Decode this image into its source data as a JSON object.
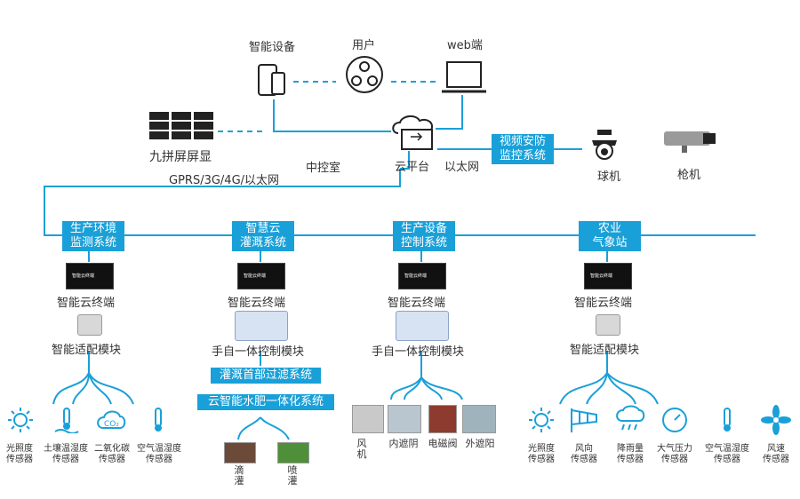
{
  "top": {
    "smart_device": "智能设备",
    "user": "用户",
    "web": "web端",
    "nine_screen": "九拼屏屏显",
    "control_room": "中控室",
    "cloud_platform": "云平台",
    "ethernet": "以太网",
    "network": "GPRS/3G/4G/以太网",
    "video_badge": [
      "视频安防",
      "监控系统"
    ],
    "dome_camera": "球机",
    "bullet_camera": "枪机"
  },
  "systems": [
    {
      "badge": [
        "生产环境",
        "监测系统"
      ],
      "terminal": "智能云终端",
      "module": "智能适配模块"
    },
    {
      "badge": [
        "智慧云",
        "灌溉系统"
      ],
      "terminal": "智能云终端",
      "module": "手自一体控制模块",
      "extra": [
        "灌溉首部过滤系统",
        "云智能水肥一体化系统"
      ]
    },
    {
      "badge": [
        "生产设备",
        "控制系统"
      ],
      "terminal": "智能云终端",
      "module": "手自一体控制模块"
    },
    {
      "badge": [
        "农业",
        "气象站"
      ],
      "terminal": "智能云终端",
      "module": "智能适配模块"
    }
  ],
  "screen_text": "智能云终端",
  "sensors_left": [
    {
      "icon": "sun-icon",
      "label": [
        "光照度",
        "传感器"
      ]
    },
    {
      "icon": "soil-thermometer-icon",
      "label": [
        "土壤温湿度",
        "传感器"
      ]
    },
    {
      "icon": "co2-icon",
      "label": [
        "二氧化碳",
        "传感器"
      ]
    },
    {
      "icon": "thermometer-icon",
      "label": [
        "空气温湿度",
        "传感器"
      ]
    }
  ],
  "irrigation": [
    {
      "label": [
        "滴",
        "灌"
      ]
    },
    {
      "label": [
        "喷",
        "灌"
      ]
    }
  ],
  "devices": [
    {
      "label": [
        "风",
        "机"
      ]
    },
    {
      "label": [
        "内遮阴"
      ]
    },
    {
      "label": [
        "电磁阀"
      ]
    },
    {
      "label": [
        "外遮阳"
      ]
    }
  ],
  "sensors_right": [
    {
      "icon": "sun-icon",
      "label": [
        "光照度",
        "传感器"
      ]
    },
    {
      "icon": "windsock-icon",
      "label": [
        "风向",
        "传感器"
      ]
    },
    {
      "icon": "rain-icon",
      "label": [
        "降雨量",
        "传感器"
      ]
    },
    {
      "icon": "gauge-icon",
      "label": [
        "大气压力",
        "传感器"
      ]
    },
    {
      "icon": "thermometer-icon",
      "label": [
        "空气温湿度",
        "传感器"
      ]
    },
    {
      "icon": "fan-icon",
      "label": [
        "风速",
        "传感器"
      ]
    }
  ],
  "colors": {
    "line": "#1aa0d8",
    "dark": "#222222"
  }
}
